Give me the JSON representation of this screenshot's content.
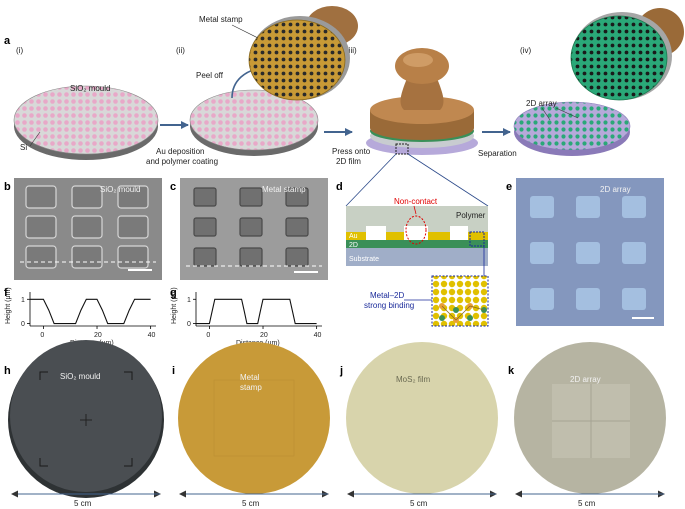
{
  "panel_letters": {
    "a": "a",
    "b": "b",
    "c": "c",
    "d": "d",
    "e": "e",
    "f": "f",
    "g": "g",
    "h": "h",
    "i": "i",
    "j": "j",
    "k": "k"
  },
  "panel_a": {
    "steps": [
      "(i)",
      "(ii)",
      "(iii)",
      "(iv)"
    ],
    "sio2_mould": "SiO₂ mould",
    "si": "Si",
    "peel_off": "Peel off",
    "metal_stamp": "Metal stamp",
    "au_deposition_line1": "Au deposition",
    "au_deposition_line2": "and polymer coating",
    "press_line1": "Press onto",
    "press_line2": "2D film",
    "array_2d": "2D array",
    "separation": "Separation"
  },
  "panel_b": {
    "label": "SiO₂ mould"
  },
  "panel_c": {
    "label": "Metal stamp"
  },
  "panel_d": {
    "non_contact": "Non-contact",
    "polymer": "Polymer",
    "au": "Au",
    "two_d": "2D",
    "substrate": "Substrate",
    "binding_line1": "Metal–2D",
    "binding_line2": "strong binding"
  },
  "panel_e": {
    "label": "2D array"
  },
  "chart_data": [
    {
      "type": "line",
      "panel": "f",
      "xlabel": "Distance (μm)",
      "ylabel": "Height (μm)",
      "xticks": [
        "0",
        "20",
        "40"
      ],
      "yticks": [
        "0",
        "1"
      ],
      "xlim": [
        -5,
        42
      ],
      "ylim": [
        -0.1,
        1.3
      ],
      "x": [
        -5,
        0,
        2,
        4,
        12,
        14,
        16,
        20,
        22,
        24,
        30,
        32,
        34,
        36,
        40
      ],
      "y": [
        1,
        1,
        0.55,
        0,
        0,
        0.55,
        1,
        1,
        0.55,
        0,
        0,
        0.55,
        1,
        1,
        1
      ]
    },
    {
      "type": "line",
      "panel": "g",
      "xlabel": "Distance (μm)",
      "ylabel": "Height (μm)",
      "xticks": [
        "0",
        "20",
        "40"
      ],
      "yticks": [
        "0",
        "1"
      ],
      "xlim": [
        -5,
        42
      ],
      "ylim": [
        -0.1,
        1.3
      ],
      "x": [
        -5,
        0,
        1,
        2,
        12,
        13,
        14,
        18,
        19,
        20,
        30,
        31,
        32,
        36,
        40
      ],
      "y": [
        0,
        0,
        0.5,
        1,
        1,
        0.5,
        0,
        0,
        0.5,
        1,
        1,
        0.5,
        0,
        0,
        0
      ]
    }
  ],
  "panel_h": {
    "label": "SiO₂ mould",
    "scale": "5 cm"
  },
  "panel_i": {
    "label_line1": "Metal",
    "label_line2": "stamp",
    "scale": "5 cm"
  },
  "panel_j": {
    "label": "MoS₂ film",
    "scale": "5 cm"
  },
  "panel_k": {
    "label": "2D array",
    "scale": "5 cm"
  },
  "colors": {
    "mould_pink": "#e8a8c8",
    "gold": "#c89a36",
    "green_array": "#2aa878",
    "wood": "#b07a44",
    "sem_gray": "#8c8c8c",
    "array_blue": "#8aa0c8",
    "polymer": "#c8d0c4",
    "au": "#e0c000",
    "two_d": "#3a8f58",
    "substrate": "#a0aec8",
    "wafer_dark": "#4a4e52",
    "wafer_gold": "#c89a38",
    "wafer_cream": "#d8d4ac",
    "wafer_gray": "#b6b4a2",
    "arrow_blue": "#43648f"
  }
}
